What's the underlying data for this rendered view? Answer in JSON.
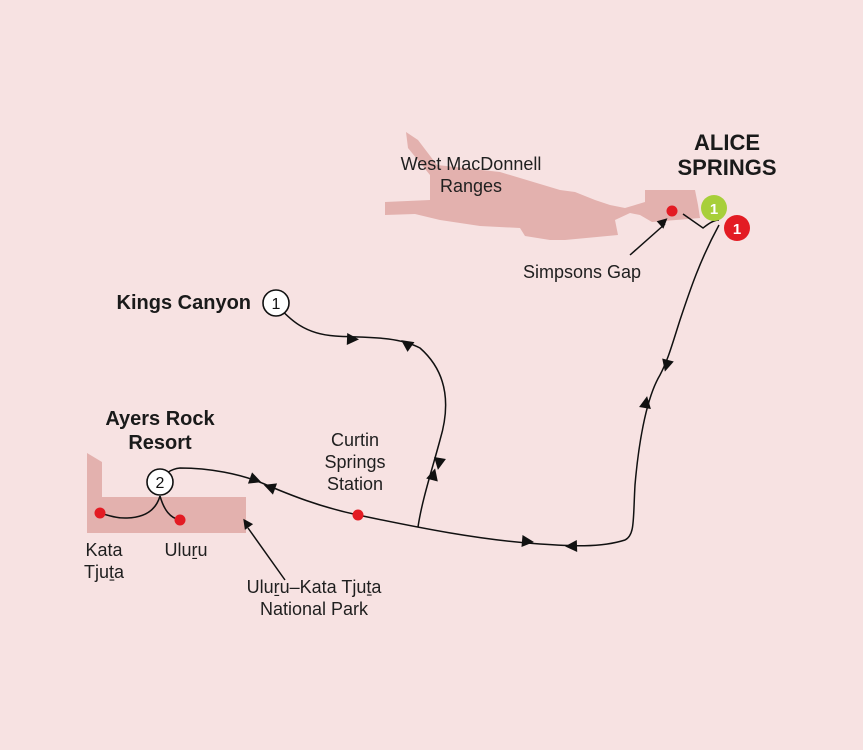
{
  "colors": {
    "background": "#f7e2e2",
    "region": "#e3b1ae",
    "route": "#111111",
    "stop_dot": "#e31b23",
    "marker_red": "#e31b23",
    "marker_green": "#a8cf3a"
  },
  "places": {
    "alice_line1": "ALICE",
    "alice_line2": "SPRINGS",
    "west_mac_line1": "West MacDonnell",
    "west_mac_line2": "Ranges",
    "simpsons_gap": "Simpsons Gap",
    "kings_canyon": "Kings Canyon",
    "ayers_line1": "Ayers Rock",
    "ayers_line2": "Resort",
    "curtin_line1": "Curtin",
    "curtin_line2": "Springs",
    "curtin_line3": "Station",
    "kata_line1": "Kata",
    "kata_line2": "Tjuṯa",
    "uluru": "Uluṟu",
    "park_line1": "Uluṟu–Kata Tjuṯa",
    "park_line2": "National Park"
  },
  "markers": {
    "kings_canyon_stop": "1",
    "ayers_rock_stop": "2",
    "alice_start": "1",
    "alice_end": "1"
  }
}
